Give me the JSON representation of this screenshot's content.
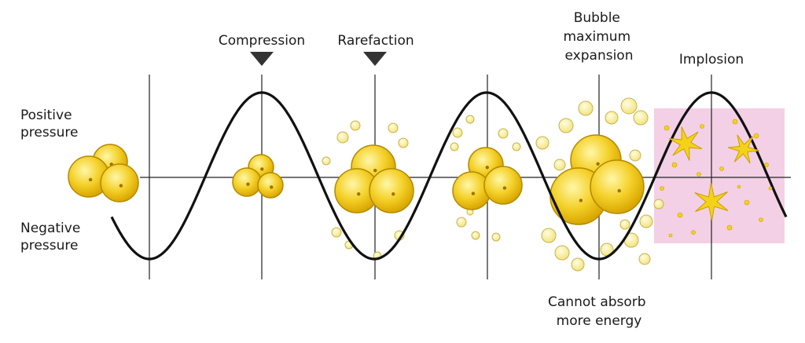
{
  "labels": {
    "positive_pressure": [
      "Positive",
      "pressure"
    ],
    "negative_pressure": [
      "Negative",
      "pressure"
    ],
    "compression": "Compression",
    "rarefaction": "Rarefaction",
    "bubble_max": [
      "Bubble",
      "maximum",
      "expansion"
    ],
    "implosion": "Implosion",
    "cannot_absorb": [
      "Cannot absorb",
      "more energy"
    ]
  },
  "colors": {
    "wave": "#111111",
    "axis": "#222222",
    "bubble_fill": "#f2cc1e",
    "bubble_edge": "#b38a00",
    "small_bubble": "#fbf3a8",
    "implosion_bg": "#f3d0e6",
    "star": "#f5d21a"
  }
}
